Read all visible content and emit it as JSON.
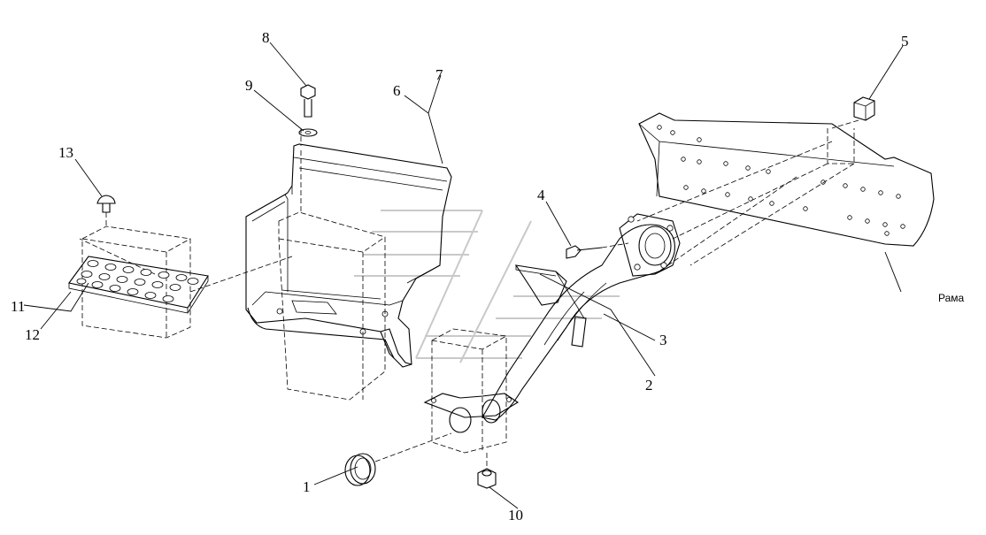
{
  "labels": {
    "p1": "1",
    "p2": "2",
    "p3": "3",
    "p4": "4",
    "p5": "5",
    "p6": "6",
    "p7": "7",
    "p8": "8",
    "p9": "9",
    "p10": "10",
    "p11": "11",
    "p12": "12",
    "p13": "13",
    "frame": "Рама"
  }
}
